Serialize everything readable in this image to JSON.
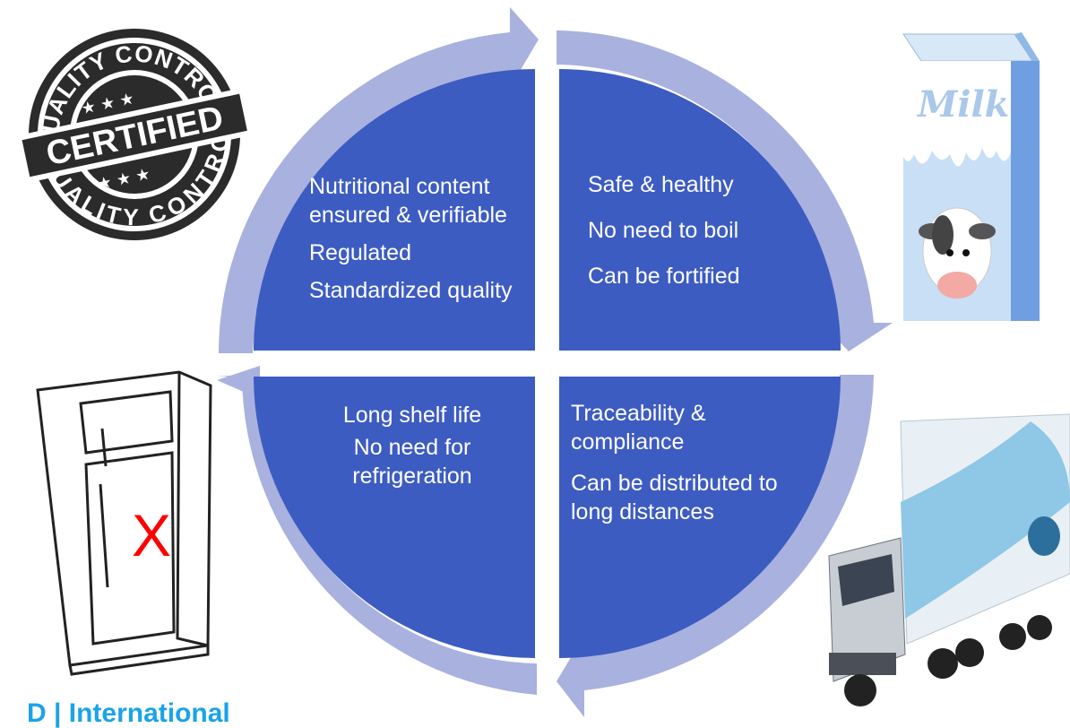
{
  "quadrants": {
    "top_left": [
      "Nutritional  content ensured & verifiable",
      "Regulated",
      "Standardized quality"
    ],
    "top_right": [
      "Safe  & healthy",
      "No need to boil",
      "Can be fortified"
    ],
    "bottom_left": [
      "Long shelf  life",
      "No need for refrigeration"
    ],
    "bottom_right": [
      "Traceability & compliance",
      "Can be distributed to long distances"
    ]
  },
  "images": {
    "seal_top_text": "QUALITY CONTROL",
    "seal_center_text": "CERTIFIED",
    "seal_bottom_text": "QUALITY CONTROL",
    "milk_label": "Milk",
    "fridge_mark": "X"
  },
  "footer_text": "D | International",
  "colors": {
    "quadrant_fill": "#3d5cc2",
    "arrow_fill": "#a9b1de",
    "text": "#ffffff",
    "x_mark": "#ff0000",
    "footer": "#1aa3e8"
  }
}
